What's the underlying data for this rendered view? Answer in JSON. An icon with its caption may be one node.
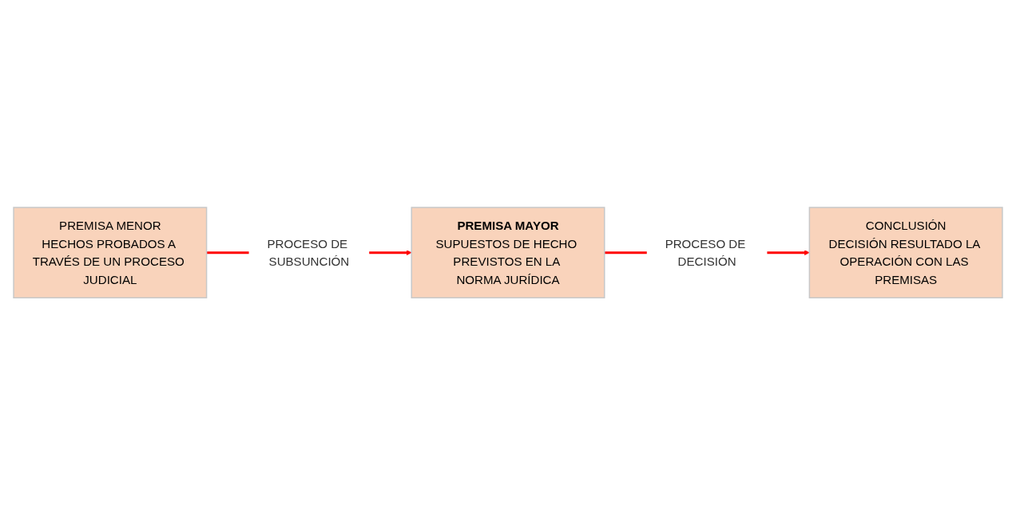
{
  "diagram": {
    "nodes": [
      {
        "text": [
          "PREMISA MENOR",
          "HECHOS PROBADOS A TRAVÉS DE UN PROCESO JUDICIAL"
        ]
      },
      {
        "text": [
          "PREMISA MAYOR",
          "SUPUESTOS DE HECHO PREVISTOS EN LA NORMA JURÍDICA"
        ]
      },
      {
        "text": [
          "CONCLUSIÓN",
          "DECISIÓN RESULTADO LA OPERACIÓN CON LAS PREMISAS"
        ]
      }
    ],
    "edges": [
      {
        "from": 0,
        "to": 1,
        "arrow": "to",
        "label": "PROCESO DE SUBSUNCIÓN",
        "color": "#ff0000"
      },
      {
        "from": 1,
        "to": 2,
        "arrow": "to",
        "label": "PROCESO DE DECISIÓN",
        "color": "#ff0000"
      }
    ]
  }
}
